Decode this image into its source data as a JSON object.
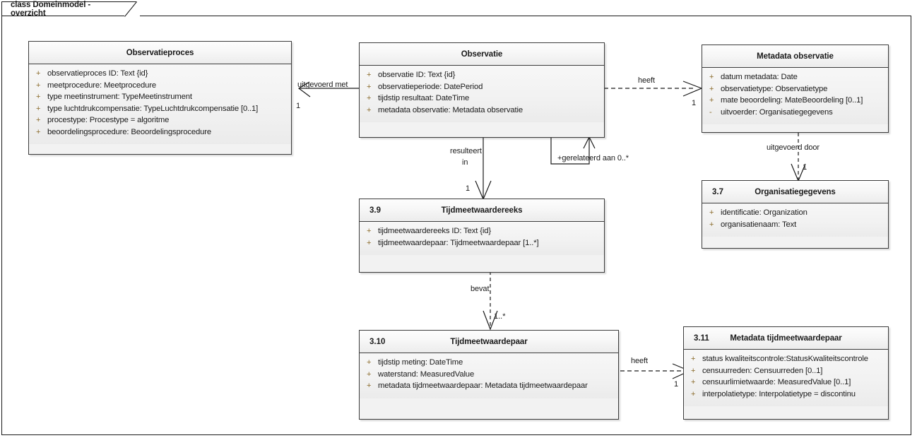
{
  "frame": {
    "title": "class Domeinmodel - overzicht"
  },
  "classes": [
    {
      "id": "observatieproces",
      "number": "",
      "title": "Observatieproces",
      "attributes": [
        {
          "visibility": "+",
          "signature": "observatieproces ID: Text {id}"
        },
        {
          "visibility": "+",
          "signature": "meetprocedure: Meetprocedure"
        },
        {
          "visibility": "+",
          "signature": "type meetinstrument: TypeMeetinstrument"
        },
        {
          "visibility": "+",
          "signature": "type luchtdrukcompensatie: TypeLuchtdrukcompensatie [0..1]"
        },
        {
          "visibility": "+",
          "signature": "procestype: Procestype = algoritme"
        },
        {
          "visibility": "+",
          "signature": "beoordelingsprocedure: Beoordelingsprocedure"
        }
      ]
    },
    {
      "id": "observatie",
      "number": "",
      "title": "Observatie",
      "attributes": [
        {
          "visibility": "+",
          "signature": "observatie ID: Text {id}"
        },
        {
          "visibility": "+",
          "signature": "observatieperiode: DatePeriod"
        },
        {
          "visibility": "+",
          "signature": "tijdstip resultaat: DateTime"
        },
        {
          "visibility": "+",
          "signature": "metadata observatie: Metadata observatie"
        }
      ]
    },
    {
      "id": "metadata-observatie",
      "number": "",
      "title": "Metadata observatie",
      "attributes": [
        {
          "visibility": "+",
          "signature": "datum metadata: Date"
        },
        {
          "visibility": "+",
          "signature": "observatietype: Observatietype"
        },
        {
          "visibility": "+",
          "signature": "mate beoordeling: MateBeoordeling [0..1]"
        },
        {
          "visibility": "-",
          "signature": "uitvoerder: Organisatiegegevens"
        }
      ]
    },
    {
      "id": "organisatiegegevens",
      "number": "3.7",
      "title": "Organisatiegegevens",
      "attributes": [
        {
          "visibility": "+",
          "signature": "identificatie: Organization"
        },
        {
          "visibility": "+",
          "signature": "organisatienaam: Text"
        }
      ]
    },
    {
      "id": "tijdmeetwaardereeks",
      "number": "3.9",
      "title": "Tijdmeetwaardereeks",
      "attributes": [
        {
          "visibility": "+",
          "signature": "tijdmeetwaardereeks ID: Text {id}"
        },
        {
          "visibility": "+",
          "signature": "tijdmeetwaardepaar: Tijdmeetwaardepaar [1..*]"
        }
      ]
    },
    {
      "id": "tijdmeetwaardepaar",
      "number": "3.10",
      "title": "Tijdmeetwaardepaar",
      "attributes": [
        {
          "visibility": "+",
          "signature": "tijdstip meting: DateTime"
        },
        {
          "visibility": "+",
          "signature": "waterstand: MeasuredValue"
        },
        {
          "visibility": "+",
          "signature": "metadata tijdmeetwaardepaar: Metadata tijdmeetwaardepaar"
        }
      ]
    },
    {
      "id": "metadata-tijdmeetwaardepaar",
      "number": "3.11",
      "title": "Metadata tijdmeetwaardepaar",
      "attributes": [
        {
          "visibility": "+",
          "signature": "status kwaliteitscontrole:StatusKwaliteitscontrole"
        },
        {
          "visibility": "+",
          "signature": "censuurreden: Censuurreden [0..1]"
        },
        {
          "visibility": "+",
          "signature": "censuurlimietwaarde: MeasuredValue [0..1]"
        },
        {
          "visibility": "+",
          "signature": "interpolatietype: Interpolatietype = discontinu"
        }
      ]
    }
  ],
  "connections": [
    {
      "id": "uitgevoerd-met",
      "label": "uitgevoerd met",
      "multiplicity": "1",
      "style": "solid",
      "from": "observatie",
      "to": "observatieproces"
    },
    {
      "id": "heeft-metadata-observatie",
      "label": "heeft",
      "multiplicity": "1",
      "style": "dashed",
      "from": "observatie",
      "to": "metadata-observatie"
    },
    {
      "id": "gerelateerd-aan",
      "label": "+gerelateerd aan 0..*",
      "multiplicity": "",
      "style": "solid",
      "from": "observatie",
      "to": "observatie"
    },
    {
      "id": "resulteert-in",
      "label_line1": "resulteert",
      "label_line2": "in",
      "multiplicity": "1",
      "style": "solid",
      "from": "observatie",
      "to": "tijdmeetwaardereeks"
    },
    {
      "id": "uitgevoerd-door",
      "label": "uitgevoerd door",
      "multiplicity": "1",
      "style": "dashed",
      "from": "metadata-observatie",
      "to": "organisatiegegevens"
    },
    {
      "id": "bevat",
      "label": "bevat",
      "multiplicity": "1..*",
      "style": "dashed",
      "from": "tijdmeetwaardereeks",
      "to": "tijdmeetwaardepaar"
    },
    {
      "id": "heeft-metadata-tijdmeetwaardepaar",
      "label": "heeft",
      "multiplicity": "1",
      "style": "dashed",
      "from": "tijdmeetwaardepaar",
      "to": "metadata-tijdmeetwaardepaar"
    }
  ],
  "colors": {
    "box_fill": "#f2f2f2",
    "box_border": "#3c3c3c",
    "line": "#1a1a1a",
    "visibility_marker": "#8a6a2a"
  }
}
